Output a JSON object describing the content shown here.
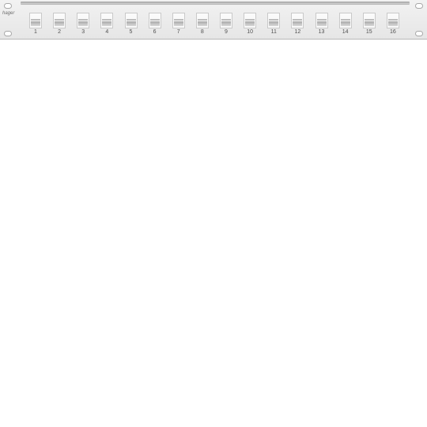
{
  "panel": {
    "brand": "hager",
    "ports": [
      {
        "number": "1"
      },
      {
        "number": "2"
      },
      {
        "number": "3"
      },
      {
        "number": "4"
      },
      {
        "number": "5"
      },
      {
        "number": "6"
      },
      {
        "number": "7"
      },
      {
        "number": "8"
      },
      {
        "number": "9"
      },
      {
        "number": "10"
      },
      {
        "number": "11"
      },
      {
        "number": "12"
      },
      {
        "number": "13"
      },
      {
        "number": "14"
      },
      {
        "number": "15"
      },
      {
        "number": "16"
      }
    ]
  }
}
